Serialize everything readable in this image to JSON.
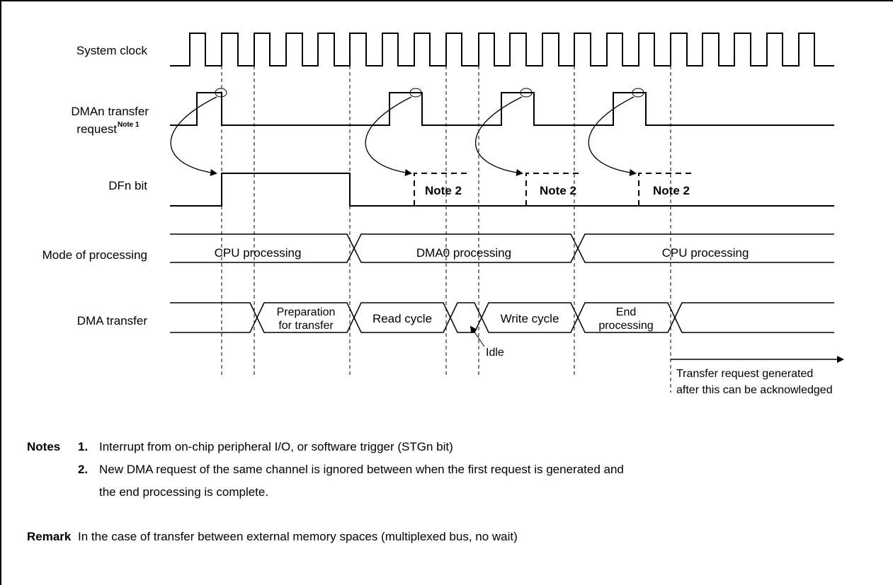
{
  "signals": {
    "clock": "System clock",
    "request_line1": "DMAn transfer",
    "request_line2": "request",
    "request_note": "Note 1",
    "dfn": "DFn bit",
    "mode": "Mode of processing",
    "dma": "DMA transfer"
  },
  "mode_cells": {
    "cpu1": "CPU processing",
    "dma0": "DMA0 processing",
    "cpu2": "CPU processing"
  },
  "dma_cells": {
    "prep_line1": "Preparation",
    "prep_line2": "for transfer",
    "read": "Read cycle",
    "write": "Write cycle",
    "end_line1": "End",
    "end_line2": "processing"
  },
  "dfn_notes": {
    "n1": "Note 2",
    "n2": "Note 2",
    "n3": "Note 2"
  },
  "annotations": {
    "idle": "Idle",
    "transfer_line1": "Transfer request generated",
    "transfer_line2": "after this can be acknowledged"
  },
  "notes": {
    "heading": "Notes",
    "n1_num": "1.",
    "n1_text": "Interrupt from on-chip peripheral I/O, or software trigger (STGn bit)",
    "n2_num": "2.",
    "n2_text_line1": "New DMA request of the same channel is ignored between when the first request is generated and",
    "n2_text_line2": "the end processing is complete."
  },
  "remark": {
    "heading": "Remark",
    "text": "In the case of transfer between external memory spaces (multiplexed bus, no wait)"
  }
}
